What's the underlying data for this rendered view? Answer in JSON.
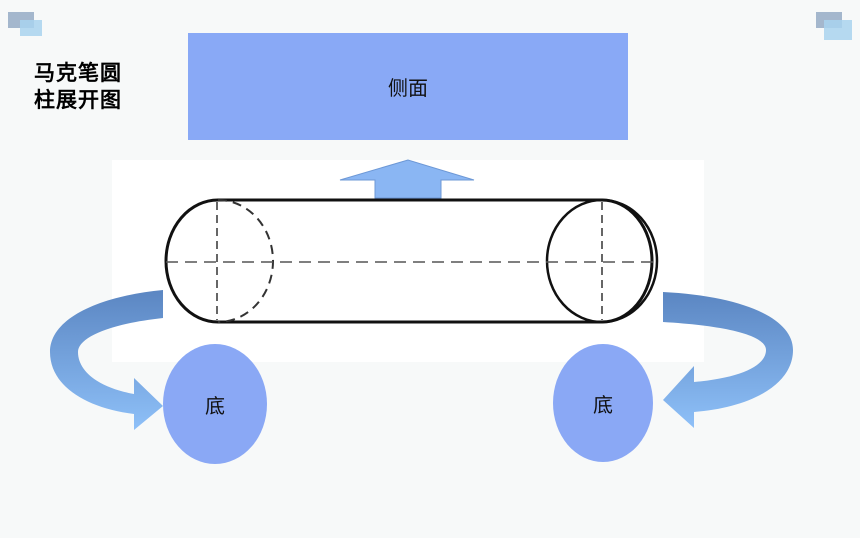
{
  "title": {
    "line1": "马克笔圆",
    "line2": "柱展开图"
  },
  "labels": {
    "side": "侧面",
    "base_left": "底",
    "base_right": "底"
  },
  "colors": {
    "background": "#f7f9f9",
    "face_fill": "#89a9f6",
    "arrow_light": "#8ec0f8",
    "arrow_dark": "#5b86c2",
    "cylinder_outline": "#111111"
  },
  "icons": {
    "up_arrow": "up-arrow-icon",
    "left_curved_arrow": "curved-arrow-icon",
    "right_curved_arrow": "curved-arrow-icon"
  }
}
